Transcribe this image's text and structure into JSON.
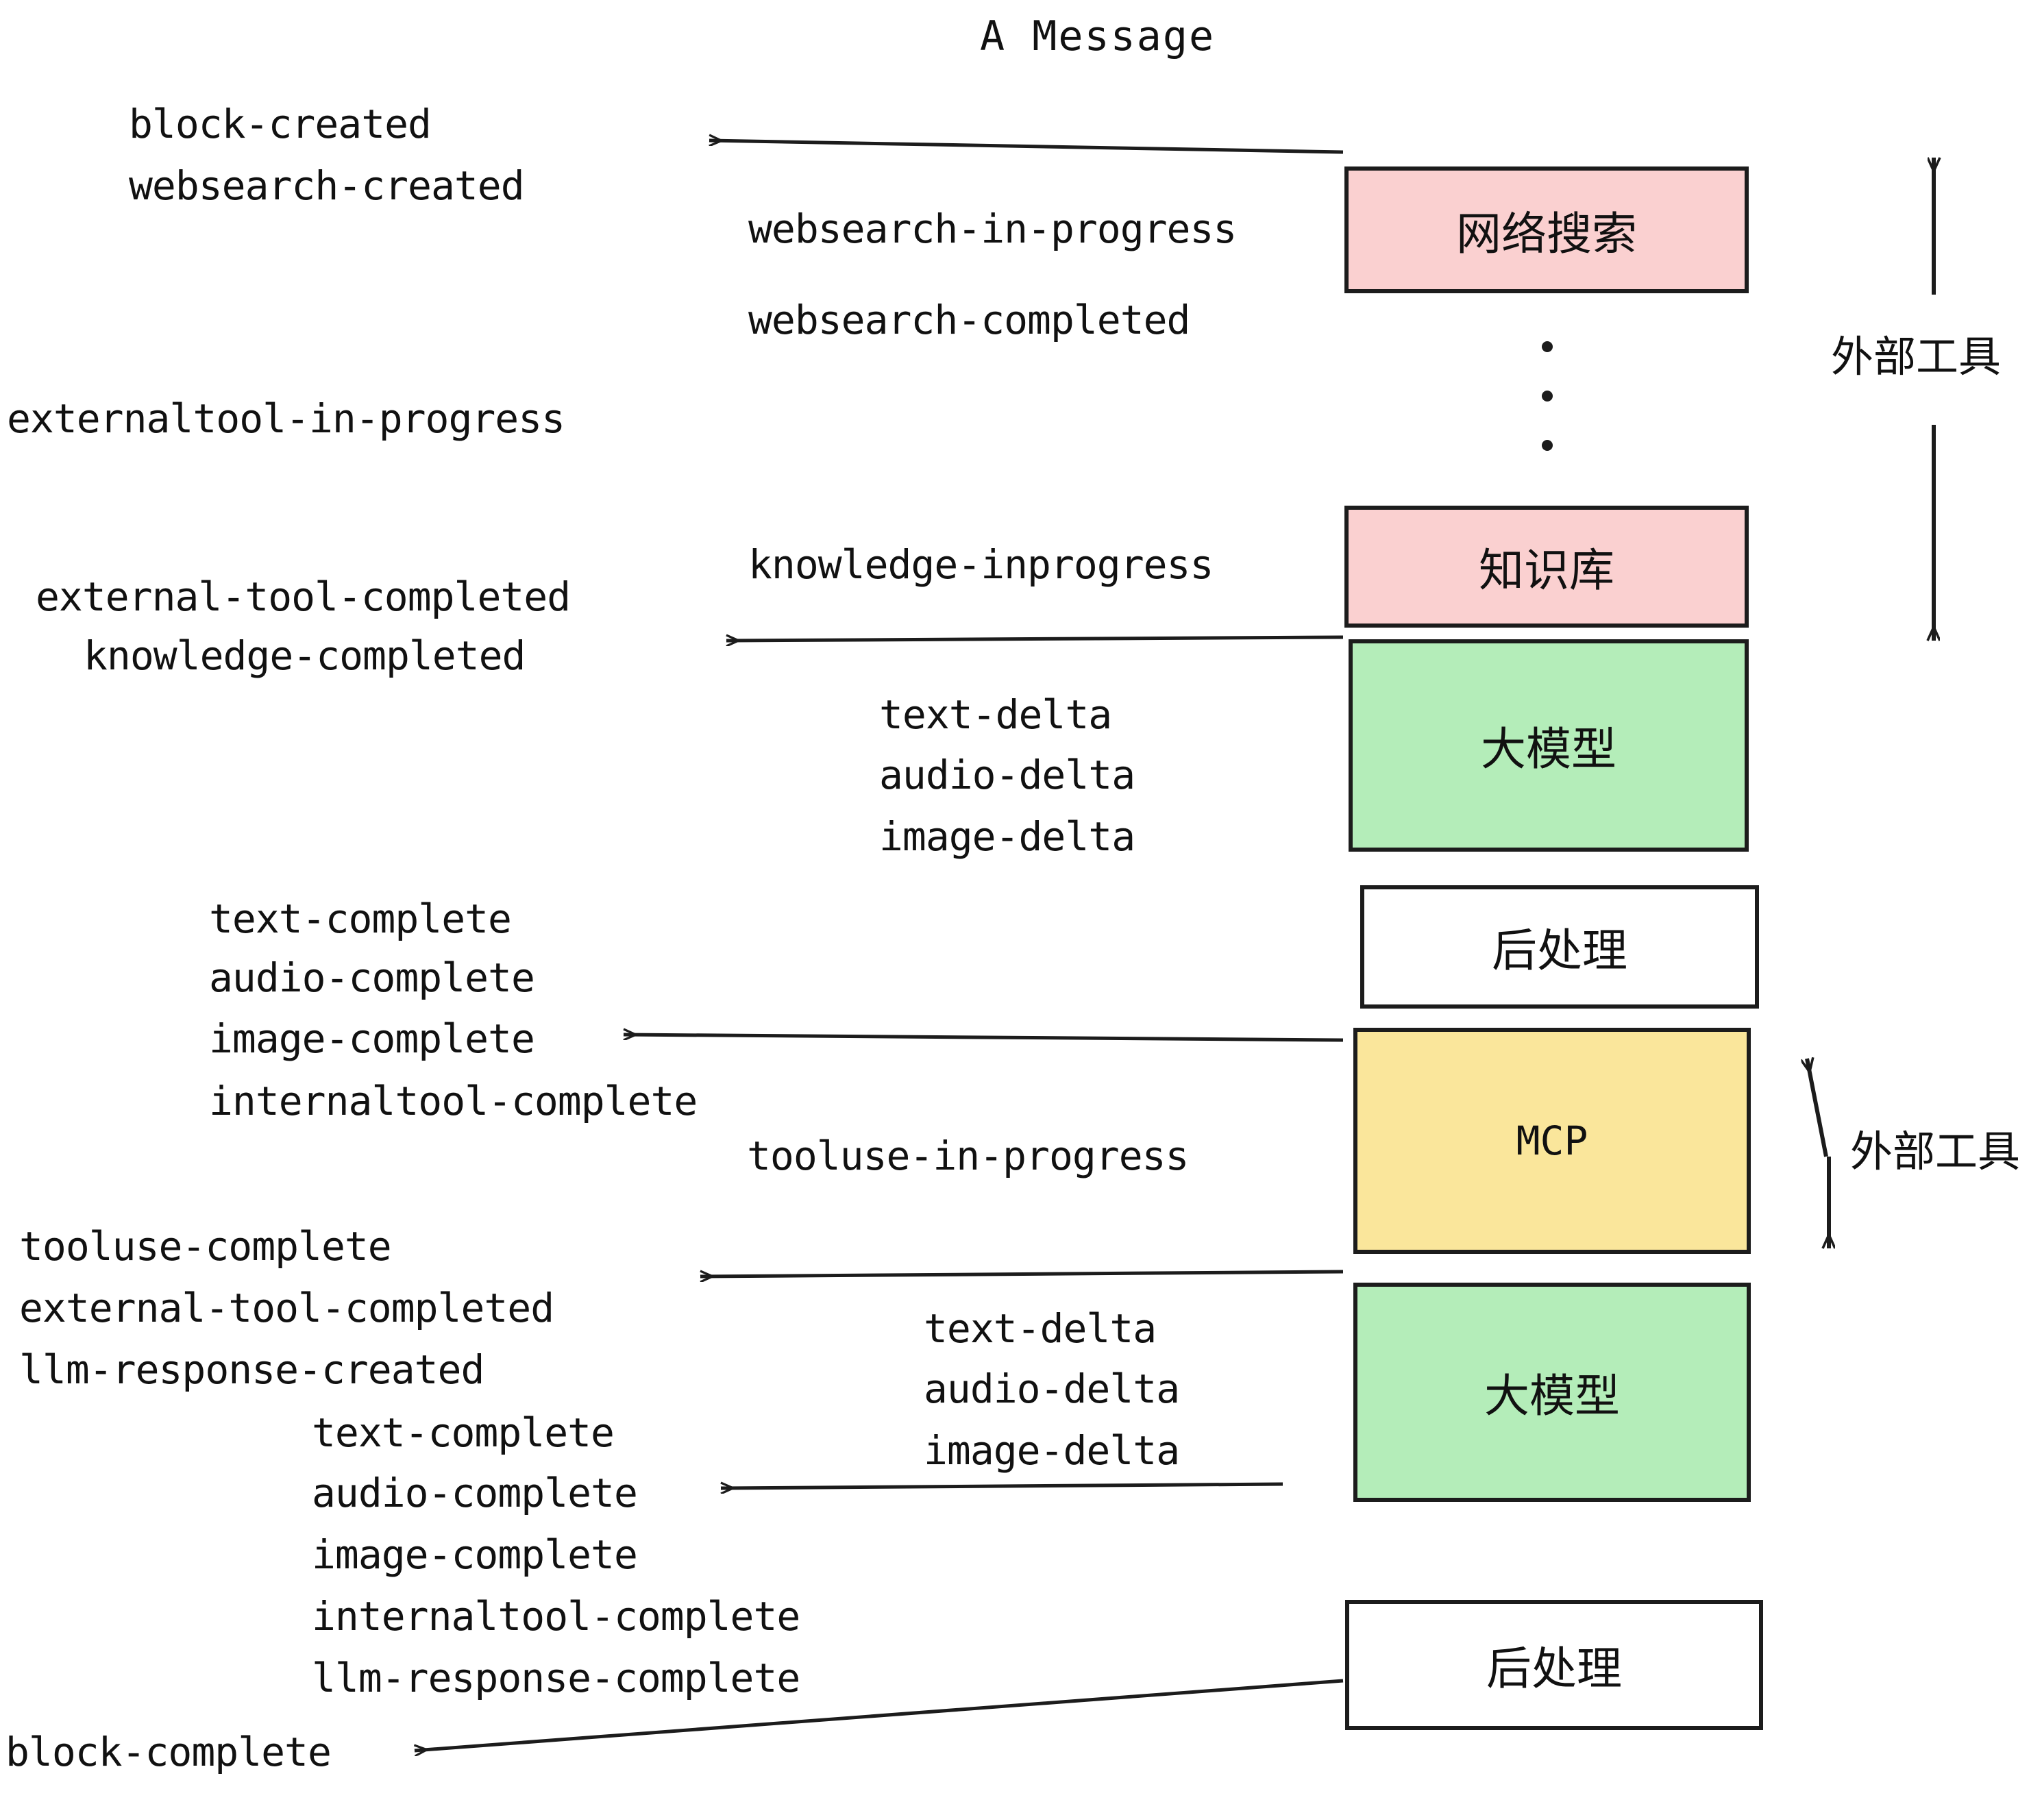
{
  "title": "A Message",
  "colors": {
    "pink": "#fad0d0",
    "green": "#b4edb9",
    "yellow": "#fae69b",
    "white": "#ffffff",
    "stroke": "#1c1c1c",
    "background": "#ffffff"
  },
  "nodes": [
    {
      "id": "websearch",
      "label": "网络搜索",
      "fill": "#fad0d0",
      "mono": false
    },
    {
      "id": "knowledgebase",
      "label": "知识库",
      "fill": "#fad0d0",
      "mono": false
    },
    {
      "id": "llm-top",
      "label": "大模型",
      "fill": "#b4edb9",
      "mono": false
    },
    {
      "id": "postprocess-top",
      "label": "后处理",
      "fill": "#ffffff",
      "mono": false
    },
    {
      "id": "mcp",
      "label": "MCP",
      "fill": "#fae69b",
      "mono": true
    },
    {
      "id": "llm-bottom",
      "label": "大模型",
      "fill": "#b4edb9",
      "mono": false
    },
    {
      "id": "postprocess-bottom",
      "label": "后处理",
      "fill": "#ffffff",
      "mono": false
    }
  ],
  "side_labels": [
    {
      "id": "external-tools-top",
      "text": "外部工具"
    },
    {
      "id": "external-tools-bottom",
      "text": "外部工具"
    }
  ],
  "events": {
    "block_created": "block-created",
    "websearch_created": "websearch-created",
    "websearch_in_progress": "websearch-in-progress",
    "websearch_completed": "websearch-completed",
    "externaltool_in_progress": "externaltool-in-progress",
    "knowledge_inprogress": "knowledge-inprogress",
    "external_tool_completed_1": "external-tool-completed",
    "knowledge_completed": "knowledge-completed",
    "text_delta_1": "text-delta",
    "audio_delta_1": "audio-delta",
    "image_delta_1": "image-delta",
    "text_complete_1": "text-complete",
    "audio_complete_1": "audio-complete",
    "image_complete_1": "image-complete",
    "internaltool_complete_1": "internaltool-complete",
    "tooluse_in_progress": "tooluse-in-progress",
    "tooluse_complete": "tooluse-complete",
    "external_tool_completed_2": "external-tool-completed",
    "llm_response_created": "llm-response-created",
    "text_delta_2": "text-delta",
    "audio_delta_2": "audio-delta",
    "image_delta_2": "image-delta",
    "text_complete_2": "text-complete",
    "audio_complete_2": "audio-complete",
    "image_complete_2": "image-complete",
    "internaltool_complete_2": "internaltool-complete",
    "llm_response_complete": "llm-response-complete",
    "block_complete": "block-complete"
  }
}
